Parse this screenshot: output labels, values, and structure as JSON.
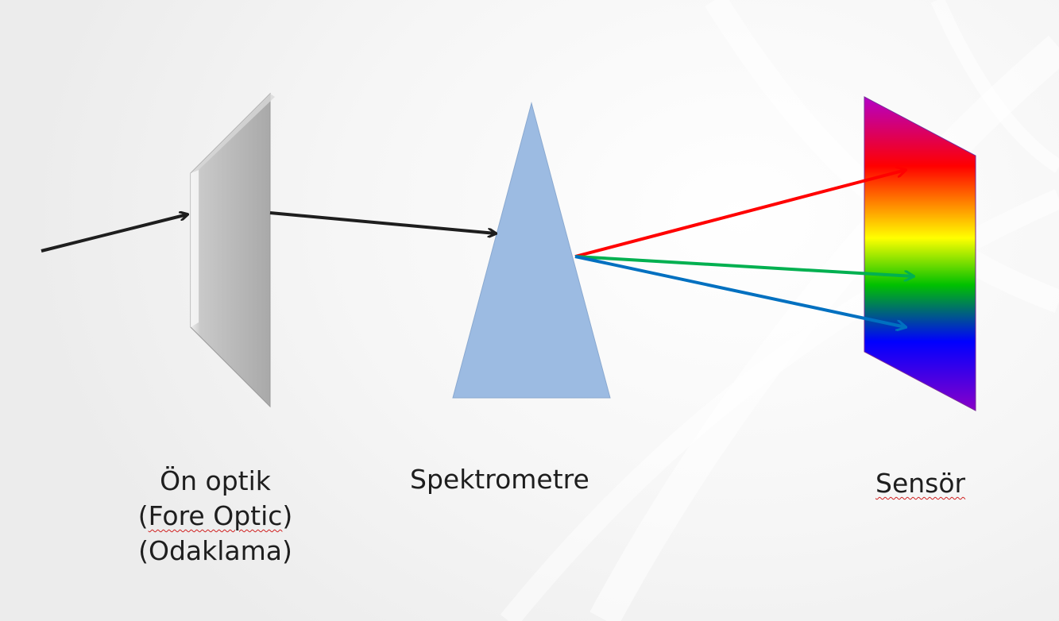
{
  "diagram": {
    "fore_optic": {
      "label_line1": "Ön optik",
      "label_line2": "(Fore Optic)",
      "label_line3": "(Odaklama)",
      "color": "#b8b8b8"
    },
    "spectrometer": {
      "label": "Spektrometre",
      "color": "#9cbbe2"
    },
    "sensor": {
      "label": "Sensör",
      "gradient_colors": [
        "#b400c8",
        "#ff0000",
        "#ffff00",
        "#00c000",
        "#0000ff",
        "#8a00c8"
      ]
    },
    "rays": {
      "input_color": "#1e1e1e",
      "dispersed": [
        {
          "name": "red",
          "color": "#ff0000"
        },
        {
          "name": "green",
          "color": "#00b050"
        },
        {
          "name": "blue",
          "color": "#0070c0"
        }
      ]
    }
  }
}
